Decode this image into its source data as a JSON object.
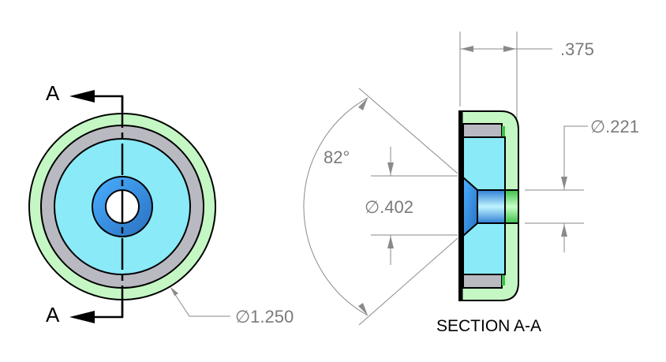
{
  "colors": {
    "housing": "#c4f7c4",
    "magnet": "#b9b9c2",
    "body": "#8aeaf8",
    "countersink": "#3d8fe0",
    "bore": "#35a8e8"
  },
  "front_view": {
    "section_label_top": "A",
    "section_label_bottom": "A",
    "diameter_label": "∅1.250"
  },
  "section_view": {
    "title": "SECTION A-A",
    "thickness_label": ".375",
    "hole_diameter_label": "∅.221",
    "countersink_diameter_label": "∅.402",
    "countersink_angle_label": "82°"
  }
}
